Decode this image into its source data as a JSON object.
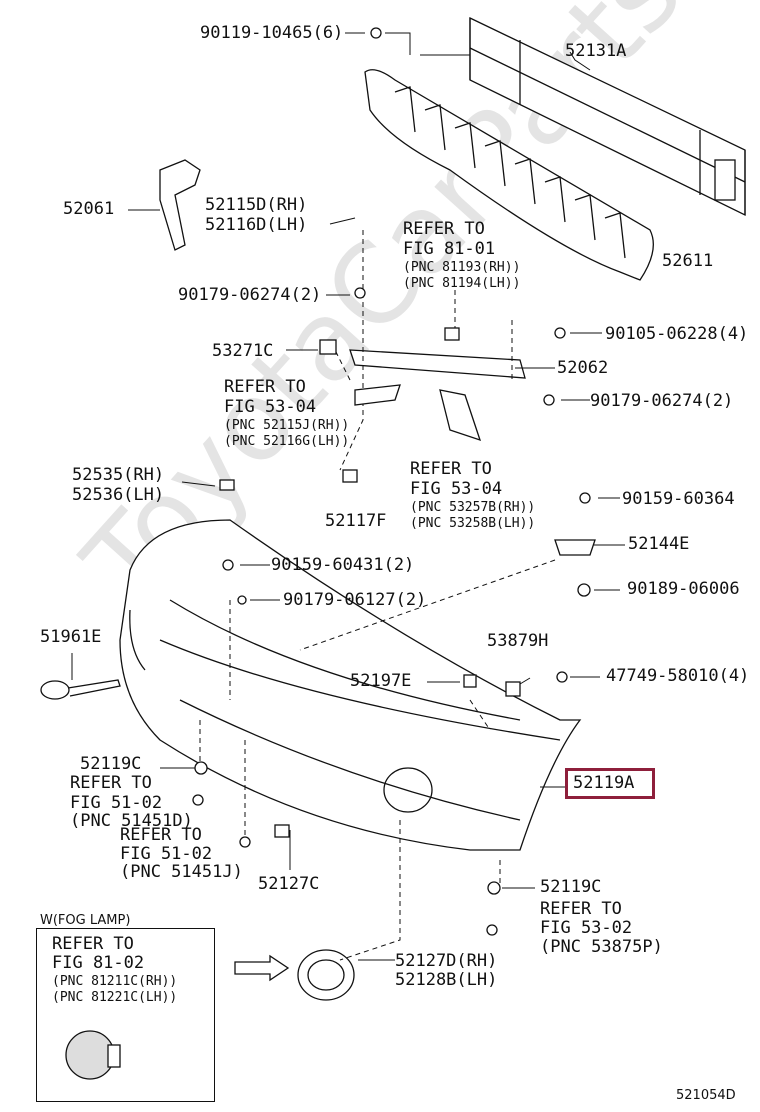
{
  "watermark": "ToyotaCarParts.ru",
  "diagram_code": "521054D",
  "fog_lamp_label": "W(FOG LAMP)",
  "labels": {
    "p90119": "90119-10465(6)",
    "p52131A": "52131A",
    "p52061": "52061",
    "p52115D": "52115D(RH)",
    "p52116D": "52116D(LH)",
    "ref81_a": "REFER TO",
    "ref81_b": "FIG 81-01",
    "ref81_c": "(PNC 81193(RH))",
    "ref81_d": "(PNC 81194(LH))",
    "p52611": "52611",
    "p90179a": "90179-06274(2)",
    "p90105": "90105-06228(4)",
    "p53271C": "53271C",
    "p52062": "52062",
    "ref53a_a": "REFER TO",
    "ref53a_b": "FIG 53-04",
    "ref53a_c": "(PNC 52115J(RH))",
    "ref53a_d": "(PNC 52116G(LH))",
    "p90179b": "90179-06274(2)",
    "p52535": "52535(RH)",
    "p52536": "52536(LH)",
    "ref53b_a": "REFER TO",
    "ref53b_b": "FIG 53-04",
    "ref53b_c": "(PNC 53257B(RH))",
    "ref53b_d": "(PNC 53258B(LH))",
    "p52117F": "52117F",
    "p90159a": "90159-60364",
    "p90159b": "90159-60431(2)",
    "p52144E": "52144E",
    "p90189": "90189-06006",
    "p90179c": "90179-06127(2)",
    "p51961E": "51961E",
    "p53879H": "53879H",
    "p52197E": "52197E",
    "p47749": "47749-58010(4)",
    "p52119C_a": "52119C",
    "ref51a_a": "REFER TO",
    "ref51a_b": "FIG 51-02",
    "ref51a_c": "(PNC 51451D)",
    "p52119A": "52119A",
    "ref51b_a": "REFER TO",
    "ref51b_b": "FIG 51-02",
    "ref51b_c": "(PNC 51451J)",
    "p52127C": "52127C",
    "p52119C_b": "52119C",
    "ref53c_a": "REFER TO",
    "ref53c_b": "FIG 53-02",
    "ref53c_c": "(PNC 53875P)",
    "fog_a": "REFER TO",
    "fog_b": "FIG 81-02",
    "fog_c": "(PNC 81211C(RH))",
    "fog_d": "(PNC 81221C(LH))",
    "p52127D": "52127D(RH)",
    "p52128B": "52128B(LH)"
  }
}
